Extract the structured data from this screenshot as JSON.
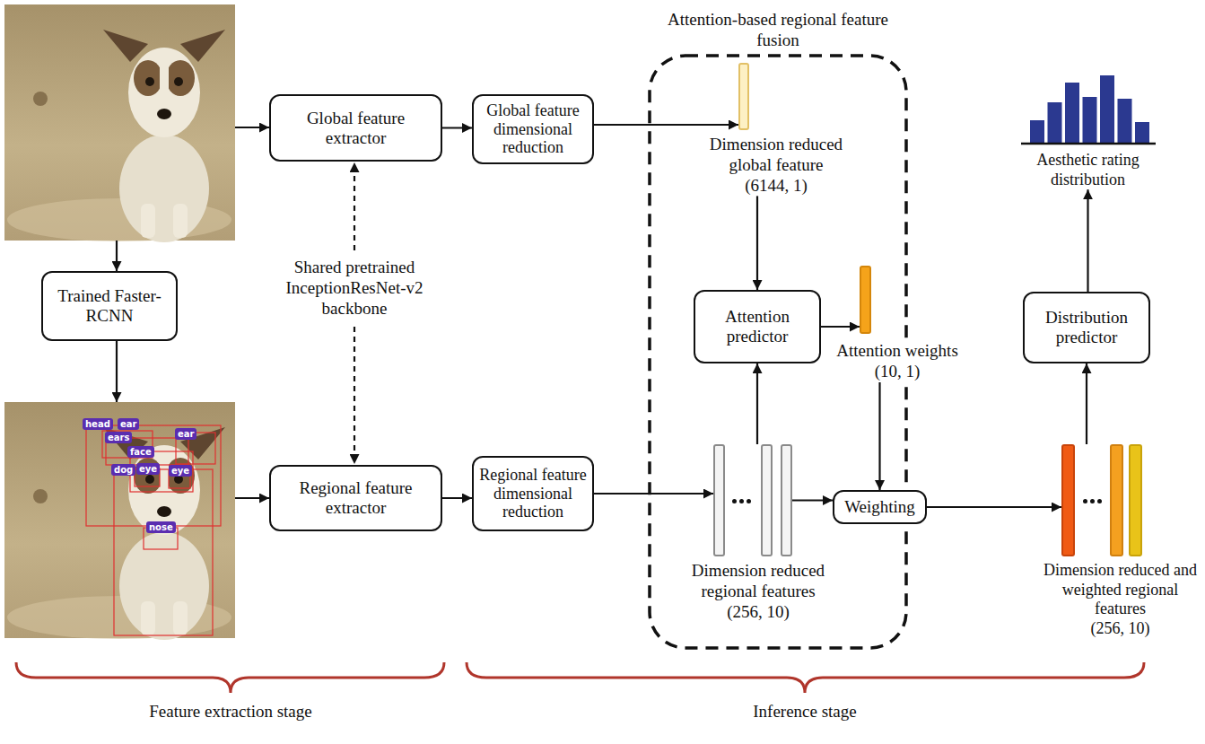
{
  "diagram": {
    "nodes": [
      {
        "text": [
          "Global feature extractor"
        ]
      },
      {
        "text": [
          "Global feature dimensional reduction"
        ]
      },
      {
        "text": [
          "Trained Faster-RCNN"
        ]
      },
      {
        "text": [
          "Regional feature extractor"
        ]
      },
      {
        "text": [
          "Regional feature dimensional reduction"
        ]
      },
      {
        "text": [
          "Attention-based regional feature fusion"
        ]
      },
      {
        "text": [
          "Dimension reduced global feature",
          "(6144, 1)"
        ],
        "in": 5
      },
      {
        "text": [
          "Attention predictor"
        ],
        "in": 5
      },
      {
        "text": [
          "Attention weights",
          "(10, 1)"
        ],
        "in": 5
      },
      {
        "text": [
          "Dimension reduced regional features",
          "(256, 10)"
        ],
        "in": 5
      },
      {
        "text": [
          "Weighting"
        ],
        "in": 5
      },
      {
        "text": [
          "Dimension reduced and weighted regional features",
          "(256, 10)"
        ]
      },
      {
        "text": [
          "Distribution predictor"
        ]
      },
      {
        "text": [
          "Aesthetic rating distribution"
        ]
      }
    ],
    "edges": [
      {
        "from": 0,
        "to": 1,
        "arrow": "to"
      },
      {
        "from": 1,
        "to": 6,
        "arrow": "to"
      },
      {
        "from": 6,
        "to": 7,
        "arrow": "to"
      },
      {
        "from": 3,
        "to": 4,
        "arrow": "to"
      },
      {
        "from": 4,
        "to": 9,
        "arrow": "to"
      },
      {
        "from": 9,
        "to": 7,
        "arrow": "to"
      },
      {
        "from": 7,
        "to": 8,
        "arrow": "to"
      },
      {
        "from": 8,
        "to": 10,
        "arrow": "to"
      },
      {
        "from": 9,
        "to": 10,
        "arrow": "to"
      },
      {
        "from": 10,
        "to": 11,
        "arrow": "to"
      },
      {
        "from": 11,
        "to": 12,
        "arrow": "to"
      },
      {
        "from": 12,
        "to": 13,
        "arrow": "to"
      }
    ],
    "labels": [
      "Shared pretrained InceptionResNet-v2 backbone",
      "head",
      "ear",
      "ears",
      "ear",
      "face",
      "dog",
      "eye",
      "eye",
      "nose",
      "Feature extraction stage",
      "Inference stage"
    ]
  }
}
